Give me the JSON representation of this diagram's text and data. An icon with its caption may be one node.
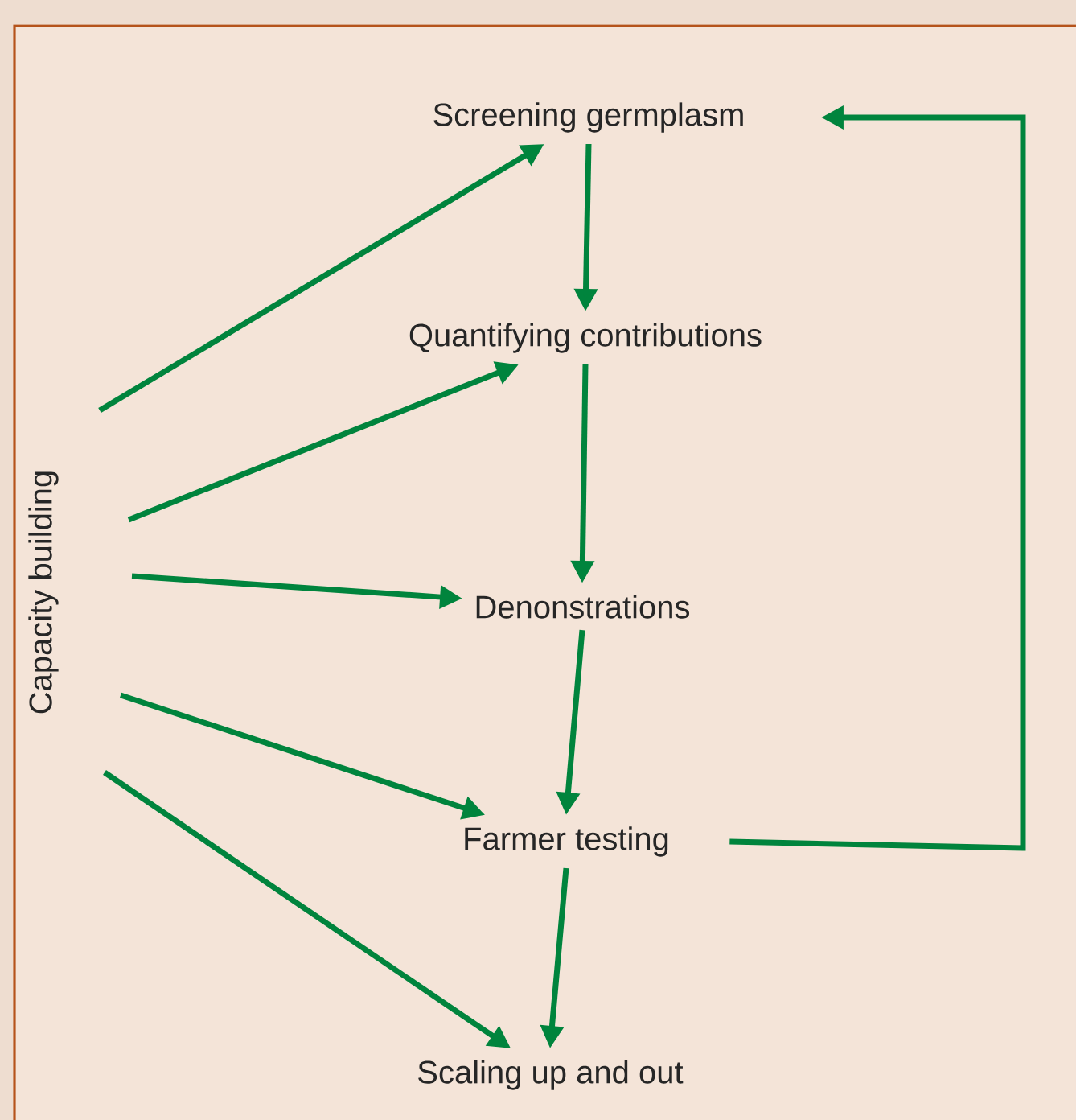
{
  "diagram": {
    "nodes": [
      {
        "text": [
          "Capacity building"
        ]
      },
      {
        "text": [
          "Screening germplasm"
        ]
      },
      {
        "text": [
          "Quantifying contributions"
        ]
      },
      {
        "text": [
          "Denonstrations"
        ]
      },
      {
        "text": [
          "Farmer testing"
        ]
      },
      {
        "text": [
          "Scaling up and out"
        ]
      }
    ],
    "edges": [
      {
        "from": 0,
        "to": 1,
        "arrow": "to"
      },
      {
        "from": 0,
        "to": 2,
        "arrow": "to"
      },
      {
        "from": 0,
        "to": 3,
        "arrow": "to"
      },
      {
        "from": 0,
        "to": 4,
        "arrow": "to"
      },
      {
        "from": 0,
        "to": 5,
        "arrow": "to"
      },
      {
        "from": 1,
        "to": 2,
        "arrow": "to"
      },
      {
        "from": 2,
        "to": 3,
        "arrow": "to"
      },
      {
        "from": 3,
        "to": 4,
        "arrow": "to"
      },
      {
        "from": 4,
        "to": 5,
        "arrow": "to"
      },
      {
        "from": 4,
        "to": 1,
        "arrow": "to"
      }
    ]
  }
}
